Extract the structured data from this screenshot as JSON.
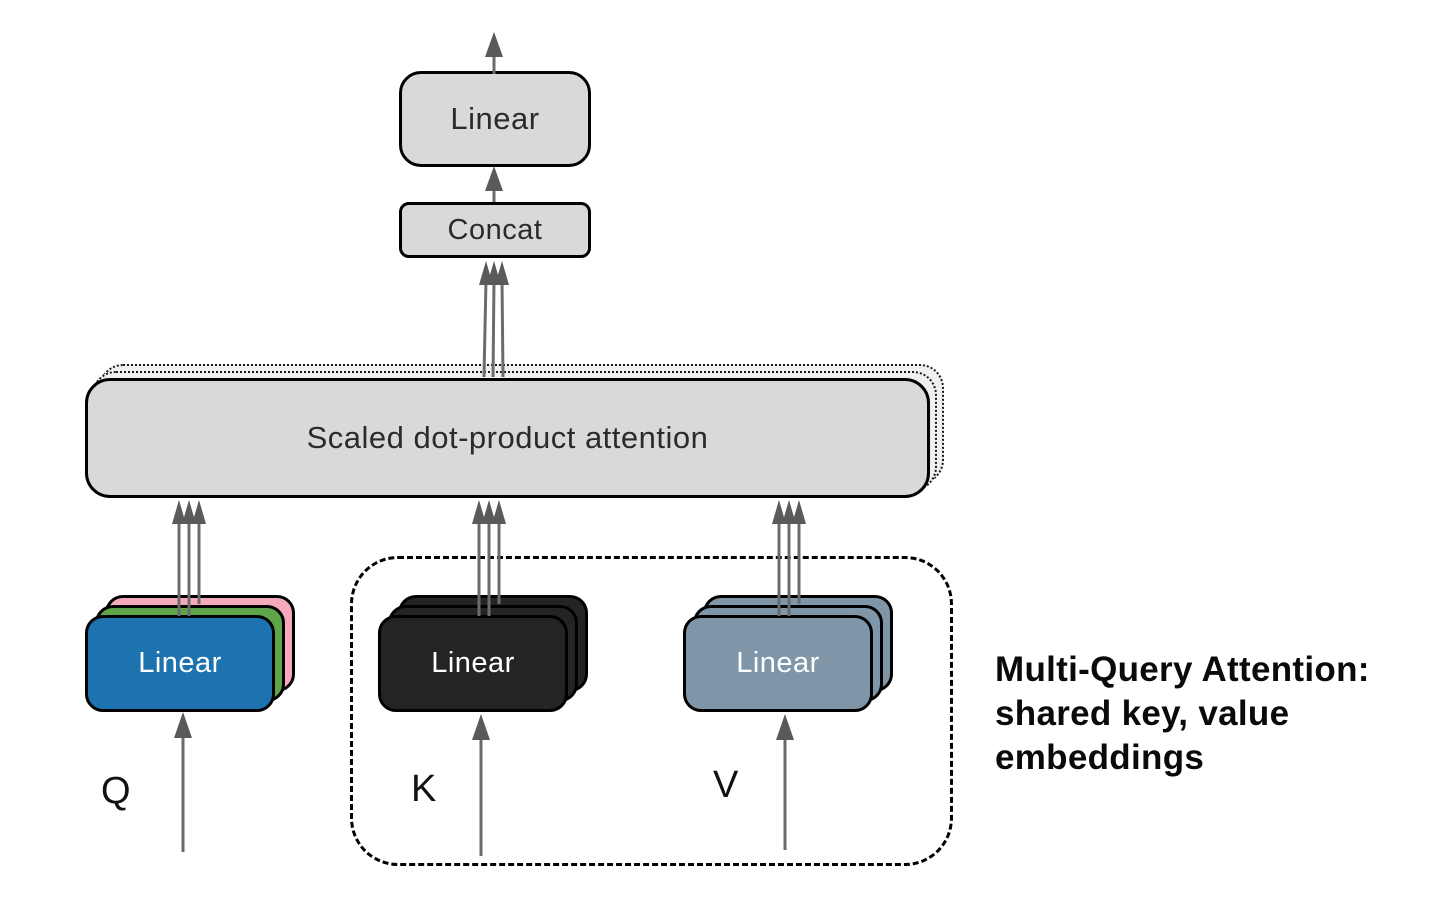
{
  "diagram": {
    "boxes": {
      "output_linear": "Linear",
      "concat": "Concat",
      "attention": "Scaled dot-product attention",
      "query_linear": "Linear",
      "key_linear": "Linear",
      "value_linear": "Linear"
    },
    "inputs": {
      "query": "Q",
      "key": "K",
      "value": "V"
    },
    "annotation": [
      "Multi-Query Attention:",
      "shared key, value",
      "embeddings"
    ],
    "colors": {
      "box_gray": "#d9d9d9",
      "box_gray_ghost": "#f0f0f0",
      "q_front": "#1d72b0",
      "q_mid": "#5ea449",
      "q_back": "#f5aabb",
      "k_fill": "#242424",
      "v_fill": "#7e96a7",
      "border": "#000000",
      "text_dark": "#2b2b2b",
      "arrow": "#6b6b6b",
      "arrow_head": "#5a5a5a"
    }
  }
}
